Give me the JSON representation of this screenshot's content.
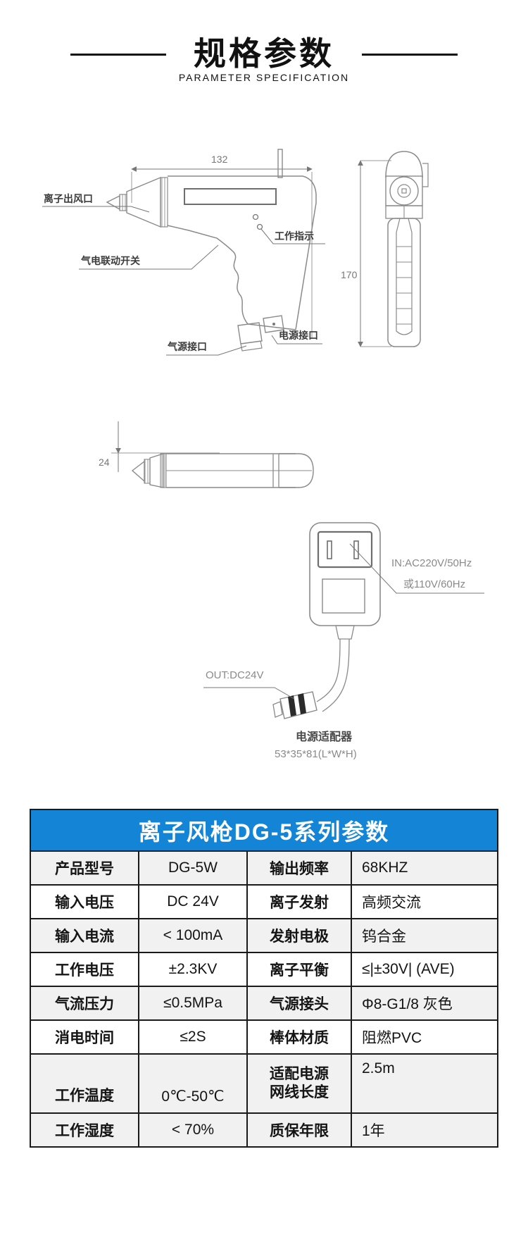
{
  "header": {
    "title": "规格参数",
    "subtitle": "PARAMETER SPECIFICATION"
  },
  "diagram": {
    "dim_width": "132",
    "dim_height": "170",
    "dim_rod": "24",
    "ion_outlet": "离子出风口",
    "switch_label": "气电联动开关",
    "indicator": "工作指示",
    "air_port": "气源接口",
    "power_port": "电源接口",
    "adapter_in1": "IN:AC220V/50Hz",
    "adapter_in2": "或110V/60Hz",
    "adapter_out": "OUT:DC24V",
    "adapter_name": "电源适配器",
    "adapter_size": "53*35*81(L*W*H)"
  },
  "spec_table": {
    "title": "离子风枪DG-5系列参数",
    "header_bg": "#1485d6",
    "rows": [
      {
        "label1": "产品型号",
        "value1": "DG-5W",
        "label2": "输出频率",
        "value2": "68KHZ"
      },
      {
        "label1": "输入电压",
        "value1": "DC 24V",
        "label2": "离子发射",
        "value2": "高频交流"
      },
      {
        "label1": "输入电流",
        "value1": "< 100mA",
        "label2": "发射电极",
        "value2": "钨合金"
      },
      {
        "label1": "工作电压",
        "value1": "±2.3KV",
        "label2": "离子平衡",
        "value2": "≤|±30V| (AVE)"
      },
      {
        "label1": "气流压力",
        "value1": "≤0.5MPa",
        "label2": "气源接头",
        "value2": "Φ8-G1/8 灰色"
      },
      {
        "label1": "消电时间",
        "value1": "≤2S",
        "label2": "棒体材质",
        "value2": "阻燃PVC"
      },
      {
        "label1": "工作温度",
        "value1": "0℃-50℃",
        "label2": "适配电源\n网线长度",
        "value2": "2.5m"
      },
      {
        "label1": "工作湿度",
        "value1": "< 70%",
        "label2": "质保年限",
        "value2": "1年"
      }
    ]
  }
}
